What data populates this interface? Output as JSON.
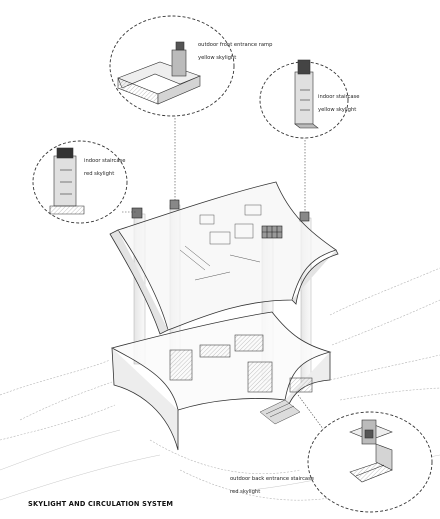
{
  "title": "SKYLIGHT AND CIRCULATION SYSTEM",
  "callouts": {
    "front_ramp": {
      "line1": "outdoor front entrance ramp",
      "line2": "yellow skylight"
    },
    "indoor_yellow": {
      "line1": "indoor staircase",
      "line2": "yellow skylight"
    },
    "indoor_red": {
      "line1": "indoor staircase",
      "line2": "red skylight"
    },
    "back_stair": {
      "line1": "outdoor back entrance staircase",
      "line2": "red skylight"
    }
  }
}
